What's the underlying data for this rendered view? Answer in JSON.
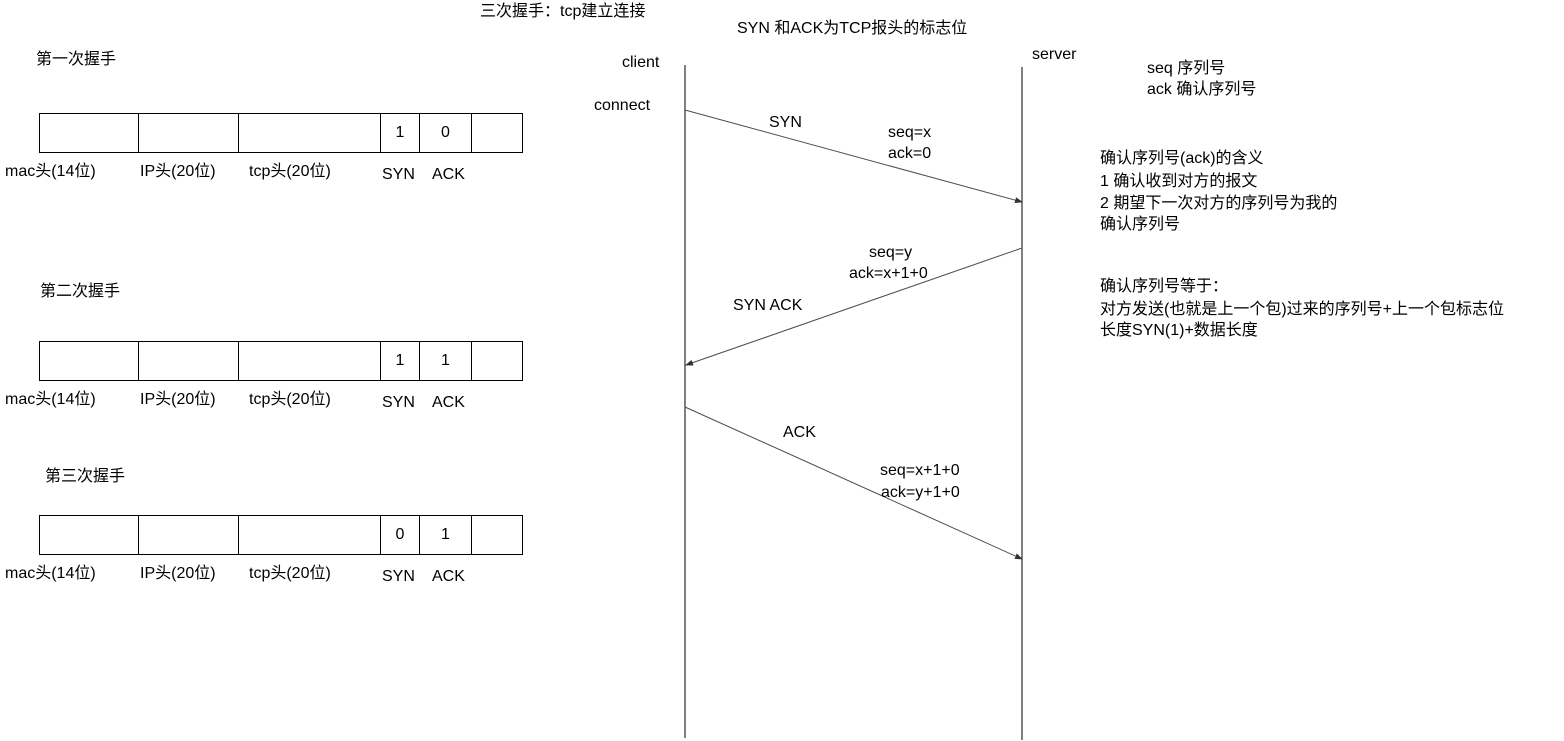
{
  "diagram_title": "三次握手：tcp建立连接",
  "subtitle": "SYN 和ACK为TCP报头的标志位",
  "client_label": "client",
  "server_label": "server",
  "connect_label": "connect",
  "seq_legend": [
    "seq 序列号",
    "ack 确认序列号"
  ],
  "notes_ack_meaning": [
    "确认序列号(ack)的含义",
    "1 确认收到对方的报文",
    "2 期望下一次对方的序列号为我的",
    "确认序列号"
  ],
  "notes_ack_equals": [
    "确认序列号等于：",
    "对方发送(也就是上一个包)过来的序列号+上一个包标志位",
    "长度SYN(1)+数据长度"
  ],
  "packet_field_labels": [
    "mac头(14位)",
    "IP头(20位)",
    "tcp头(20位)",
    "SYN",
    "ACK"
  ],
  "handshakes": [
    {
      "title": "第一次握手",
      "syn": "1",
      "ack": "0"
    },
    {
      "title": "第二次握手",
      "syn": "1",
      "ack": "1"
    },
    {
      "title": "第三次握手",
      "syn": "0",
      "ack": "1"
    }
  ],
  "messages": [
    {
      "flag": "SYN",
      "params": [
        "seq=x",
        "ack=0"
      ]
    },
    {
      "flag": "SYN ACK",
      "params": [
        "seq=y",
        "ack=x+1+0"
      ]
    },
    {
      "flag": "ACK",
      "params": [
        "seq=x+1+0",
        "ack=y+1+0"
      ]
    }
  ],
  "colors": {
    "arrow": "#4d4d4d",
    "line": "#000000"
  }
}
